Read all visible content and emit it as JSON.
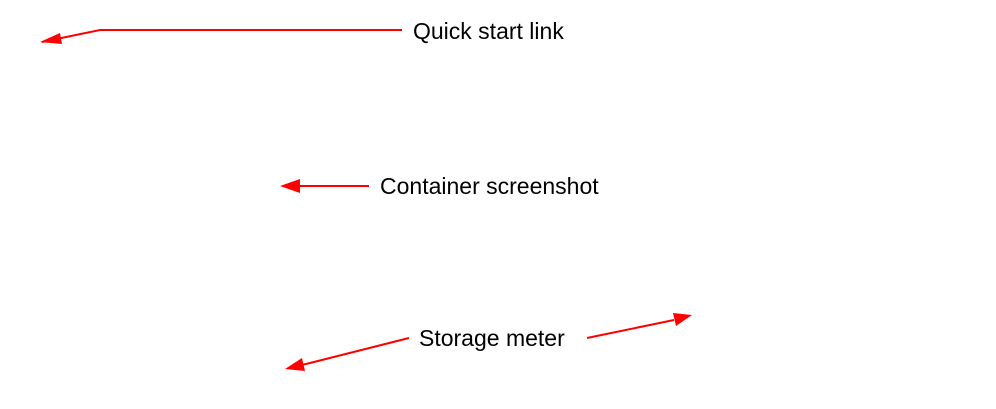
{
  "annotations": [
    {
      "id": "quick-start-link",
      "label": "Quick start link"
    },
    {
      "id": "container-screenshot",
      "label": "Container screenshot"
    },
    {
      "id": "storage-meter",
      "label": "Storage meter"
    }
  ],
  "colors": {
    "arrow": "#ff0000",
    "text": "#000000",
    "background": "#ffffff"
  }
}
